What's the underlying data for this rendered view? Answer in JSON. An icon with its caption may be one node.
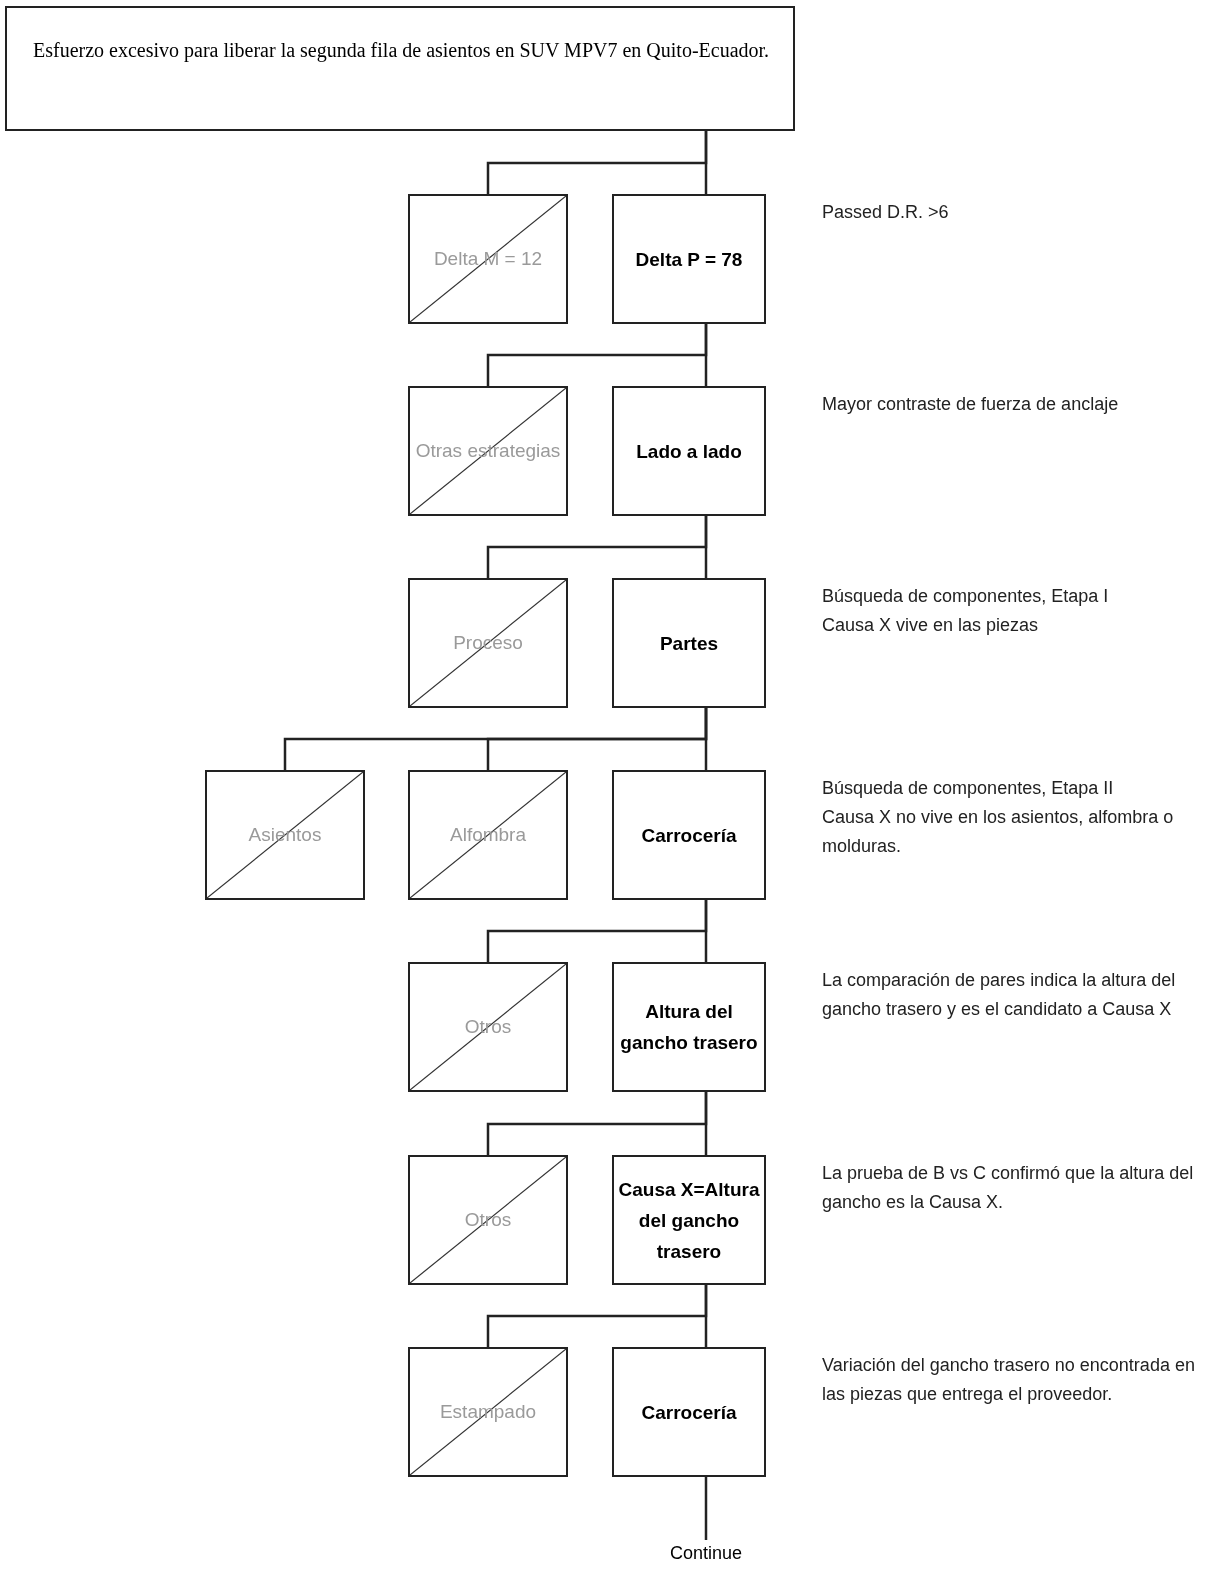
{
  "diagram": {
    "nodes": [
      {
        "text": [
          "Esfuerzo excesivo para liberar la segunda fila de asientos en SUV MPV7 en Quito-Ecuador."
        ]
      },
      {
        "text": [
          "Delta M = 12"
        ]
      },
      {
        "text": [
          "Delta P = 78"
        ],
        "beside": [
          "Passed D.R. >6"
        ]
      },
      {
        "text": [
          "Otras estrategias"
        ]
      },
      {
        "text": [
          "Lado a lado"
        ],
        "beside": [
          "Mayor contraste de fuerza de anclaje"
        ]
      },
      {
        "text": [
          "Proceso"
        ]
      },
      {
        "text": [
          "Partes"
        ],
        "beside": [
          "Búsqueda de componentes, Etapa I",
          "Causa X vive en las piezas"
        ]
      },
      {
        "text": [
          "Asientos"
        ]
      },
      {
        "text": [
          "Alfombra"
        ]
      },
      {
        "text": [
          "Carrocería"
        ],
        "beside": [
          "Búsqueda de componentes, Etapa II",
          "Causa X no vive en los asientos, alfombra o molduras."
        ]
      },
      {
        "text": [
          "Otros"
        ]
      },
      {
        "text": [
          "Altura del gancho trasero"
        ],
        "beside": [
          "La comparación de pares indica la altura del gancho trasero y es el candidato a Causa X"
        ]
      },
      {
        "text": [
          "Otros"
        ]
      },
      {
        "text": [
          "Causa X=Altura del gancho trasero"
        ],
        "beside": [
          "La prueba de B vs C confirmó que la altura del gancho es la Causa X."
        ]
      },
      {
        "text": [
          "Estampado"
        ]
      },
      {
        "text": [
          "Carrocería"
        ],
        "beside": [
          "Variación del gancho trasero no encontrada en las piezas que entrega el proveedor."
        ]
      },
      {
        "text": [
          "Continue"
        ]
      }
    ],
    "edges": [
      {
        "from": 0,
        "to": 1,
        "arrow": "none"
      },
      {
        "from": 0,
        "to": 2,
        "arrow": "none"
      },
      {
        "from": 2,
        "to": 3,
        "arrow": "none"
      },
      {
        "from": 2,
        "to": 4,
        "arrow": "none"
      },
      {
        "from": 4,
        "to": 5,
        "arrow": "none"
      },
      {
        "from": 4,
        "to": 6,
        "arrow": "none"
      },
      {
        "from": 6,
        "to": 7,
        "arrow": "none"
      },
      {
        "from": 6,
        "to": 8,
        "arrow": "none"
      },
      {
        "from": 6,
        "to": 9,
        "arrow": "none"
      },
      {
        "from": 9,
        "to": 10,
        "arrow": "none"
      },
      {
        "from": 9,
        "to": 11,
        "arrow": "none"
      },
      {
        "from": 11,
        "to": 12,
        "arrow": "none"
      },
      {
        "from": 11,
        "to": 13,
        "arrow": "none"
      },
      {
        "from": 13,
        "to": 14,
        "arrow": "none"
      },
      {
        "from": 13,
        "to": 15,
        "arrow": "none"
      },
      {
        "from": 15,
        "to": 16,
        "arrow": "none"
      }
    ]
  }
}
